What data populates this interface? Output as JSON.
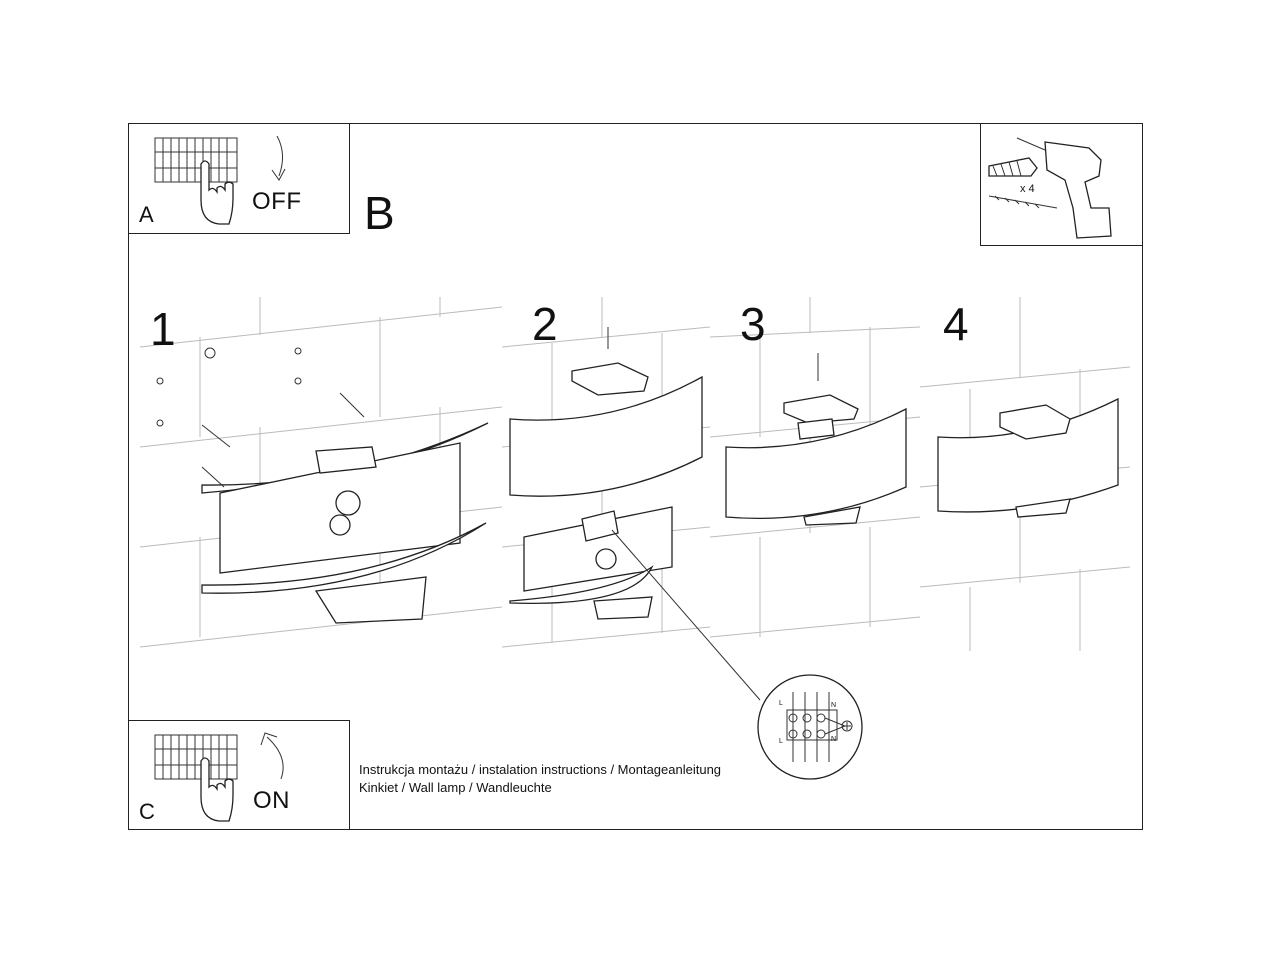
{
  "boxes": {
    "a": {
      "letter": "A",
      "state": "OFF"
    },
    "c": {
      "letter": "C",
      "state": "ON"
    }
  },
  "section_b": {
    "letter": "B"
  },
  "tools": {
    "quantity": "x 4"
  },
  "steps": [
    "1",
    "2",
    "3",
    "4"
  ],
  "wiring": {
    "labels": [
      "L",
      "L",
      "N",
      "N"
    ]
  },
  "caption": {
    "line1": "Instrukcja montażu / instalation instructions / Montageanleitung",
    "line2": "Kinkiet / Wall lamp / Wandleuchte"
  }
}
